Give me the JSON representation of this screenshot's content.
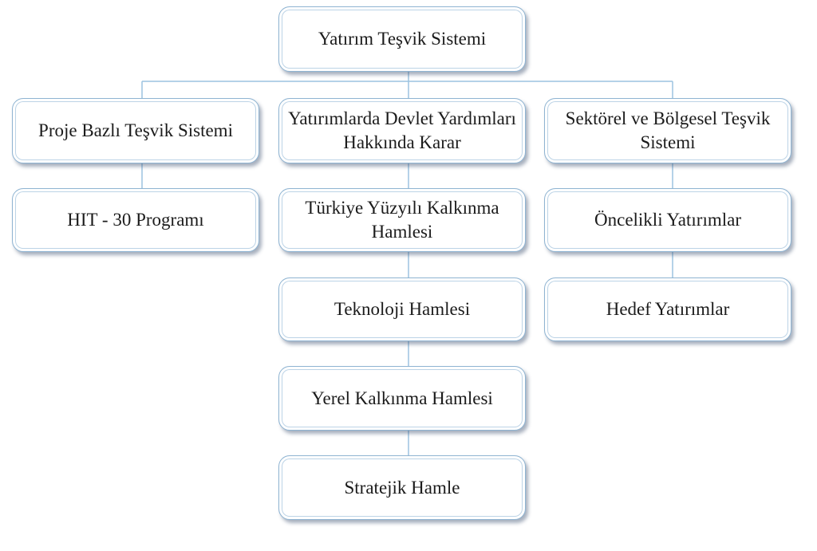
{
  "root": {
    "label": "Yatırım Teşvik Sistemi"
  },
  "branches": {
    "left": {
      "title": "Proje Bazlı Teşvik Sistemi",
      "children": [
        "HIT - 30 Programı"
      ]
    },
    "center": {
      "title": "Yatırımlarda Devlet Yardımları Hakkında Karar",
      "children": [
        "Türkiye Yüzyılı Kalkınma Hamlesi",
        "Teknoloji Hamlesi",
        "Yerel Kalkınma Hamlesi",
        "Stratejik Hamle"
      ]
    },
    "right": {
      "title": "Sektörel ve Bölgesel Teşvik Sistemi",
      "children": [
        "Öncelikli Yatırımlar",
        "Hedef Yatırımlar"
      ]
    }
  },
  "colors": {
    "connector": "#9cc3e0",
    "box_border": "#8fb4d2"
  }
}
